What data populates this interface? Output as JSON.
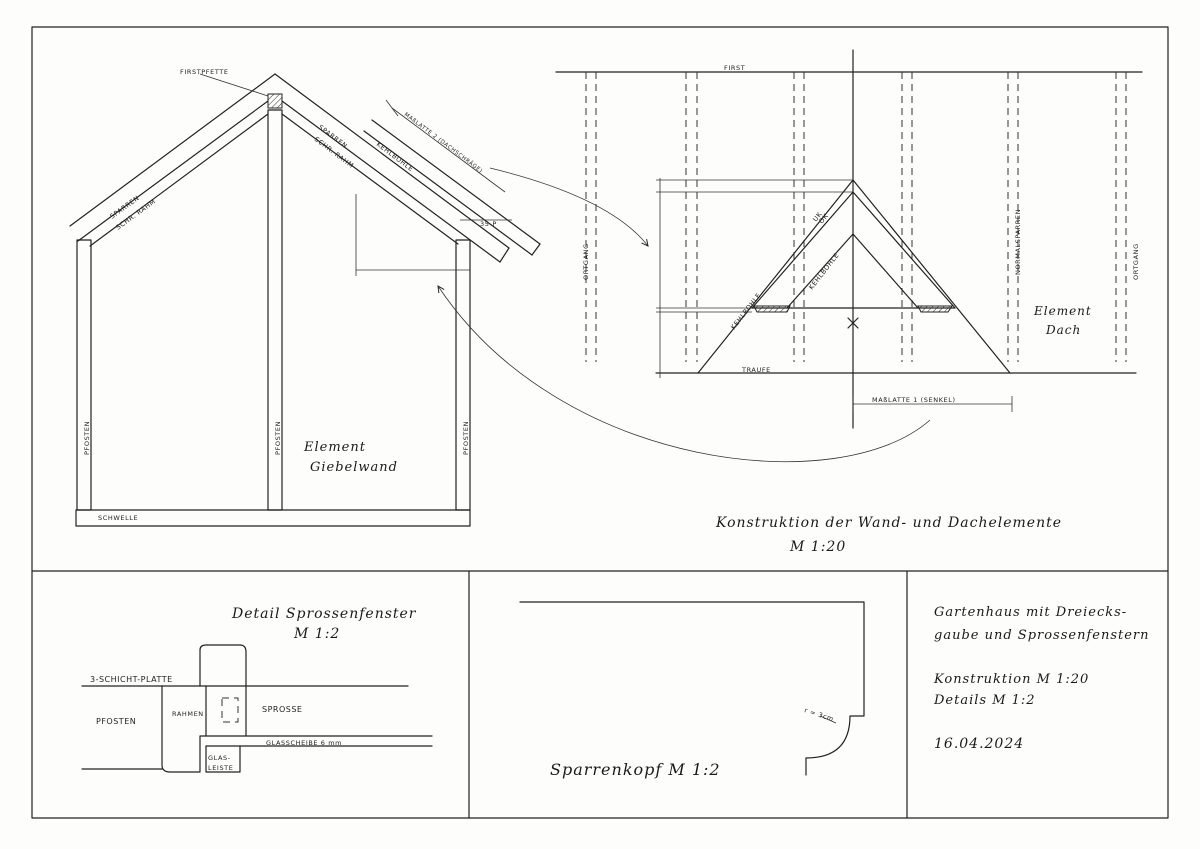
{
  "wall": {
    "firstpfette": "FIRSTPFETTE",
    "sparren_left": "SPARREN",
    "schr_rahm_left": "SCHR. RAHM",
    "sparren_right": "SPARREN",
    "schr_rahm_right": "SCHR. RAHM",
    "kehlbohle": "KEHLBOHLE",
    "mablatte2": "MAßLATTE 2 (DACHSCHRÄGE)",
    "dim_35p": "35-P",
    "pfosten_left": "PFOSTEN",
    "pfosten_mid": "PFOSTEN",
    "pfosten_right": "PFOSTEN",
    "schwelle": "SCHWELLE",
    "element_line1": "Element",
    "element_line2": "Giebelwand"
  },
  "roof": {
    "first": "FIRST",
    "traufe": "TRAUFE",
    "ortgang_left": "ORTGANG",
    "ortgang_right": "ORTGANG",
    "normalsparren": "NORMALSPARREN",
    "kehlbohle_right": "KEHLBOHLE",
    "kehlbohle_left": "KEHLBOHLE",
    "label_ok": "OK",
    "label_uk": "UK",
    "mablatte1": "MAßLATTE 1 (SENKEL)",
    "element_line1": "Element",
    "element_line2": "Dach"
  },
  "construction_title": {
    "line1": "Konstruktion der Wand- und Dachelemente",
    "line2": "M 1:20"
  },
  "window_detail": {
    "title_line1": "Detail Sprossenfenster",
    "title_line2": "M 1:2",
    "platte": "3-SCHICHT-PLATTE",
    "pfosten": "PFOSTEN",
    "rahmen": "RAHMEN",
    "sprosse": "SPROSSE",
    "glasscheibe": "GLASSCHEIBE 6 mm",
    "glasleiste_1": "GLAS-",
    "glasleiste_2": "LEISTE"
  },
  "rafter_head": {
    "label": "Sparrenkopf M 1:2",
    "radius": "r = 3cm"
  },
  "title_block": {
    "line1": "Gartenhaus mit Dreiecks-",
    "line2": "gaube und Sprossenfenstern",
    "line3": "Konstruktion M 1:20",
    "line4": "Details M 1:2",
    "date": "16.04.2024"
  }
}
